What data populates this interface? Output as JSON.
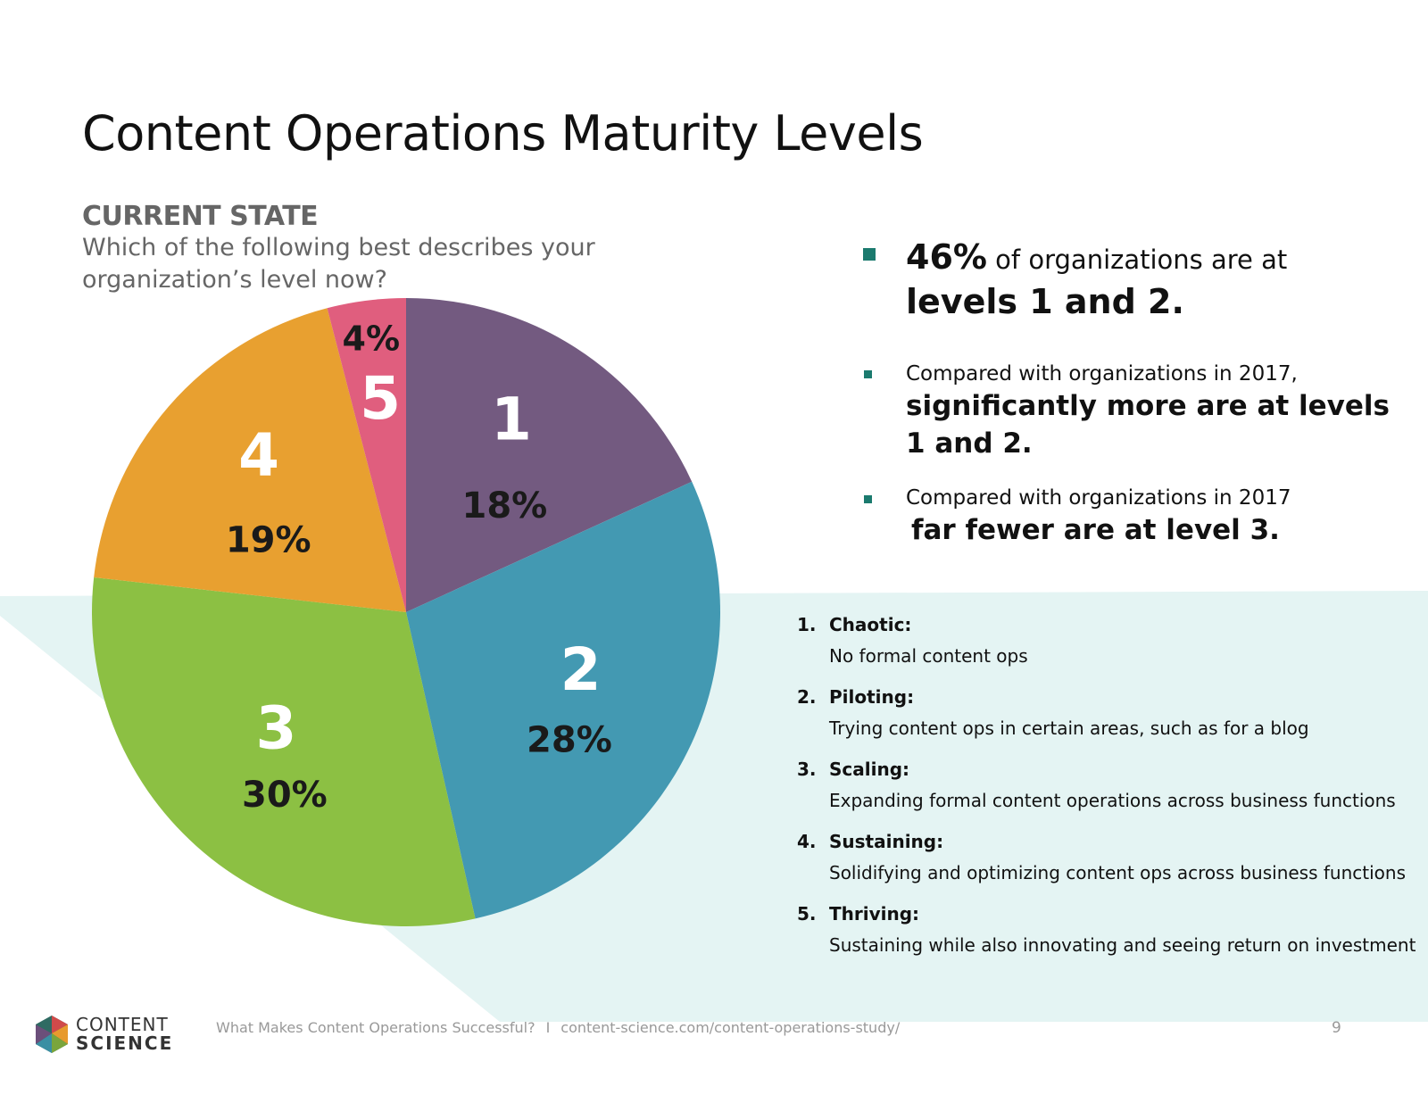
{
  "header": {
    "title": "Content Operations Maturity Levels",
    "section_label": "CURRENT STATE",
    "question": "Which of the following best describes your organization’s level now?"
  },
  "chart_data": {
    "type": "pie",
    "categories": [
      "1",
      "2",
      "3",
      "4",
      "5"
    ],
    "values": [
      18,
      28,
      30,
      19,
      4
    ],
    "value_labels": [
      "18%",
      "28%",
      "30%",
      "19%",
      "4%"
    ],
    "colors": [
      "#735a80",
      "#4399b2",
      "#8cc043",
      "#e8a030",
      "#e05e7e"
    ],
    "title": "",
    "start": "top, clockwise"
  },
  "callouts": {
    "main": {
      "pct": "46%",
      "text": " of organizations are at",
      "emphasis": "levels 1 and 2."
    },
    "point2": {
      "text": "Compared with organizations in 2017,",
      "emphasis": "significantly more are at levels 1 and 2."
    },
    "point3": {
      "text": "Compared with organizations in 2017",
      "emphasis": "far fewer are at level 3."
    }
  },
  "levels": [
    {
      "num": "1.",
      "name": "Chaotic:",
      "desc": "No formal content ops"
    },
    {
      "num": "2.",
      "name": "Piloting:",
      "desc": "Trying content ops in certain areas, such as for a blog"
    },
    {
      "num": "3.",
      "name": "Scaling:",
      "desc": "Expanding formal content operations across business functions"
    },
    {
      "num": "4.",
      "name": "Sustaining:",
      "desc": "Solidifying and optimizing content ops across business functions"
    },
    {
      "num": "5.",
      "name": "Thriving:",
      "desc": "Sustaining while also innovating and seeing return on investment"
    }
  ],
  "footer": {
    "logo_line1": "CONTENT",
    "logo_line2": "SCIENCE",
    "study_title": "What Makes Content Operations Successful?",
    "separator": "I",
    "url": "content-science.com/content-operations-study/",
    "page_number": "9"
  },
  "colors": {
    "accent": "#1b7a6e",
    "background_tint": "#e4f4f3"
  }
}
